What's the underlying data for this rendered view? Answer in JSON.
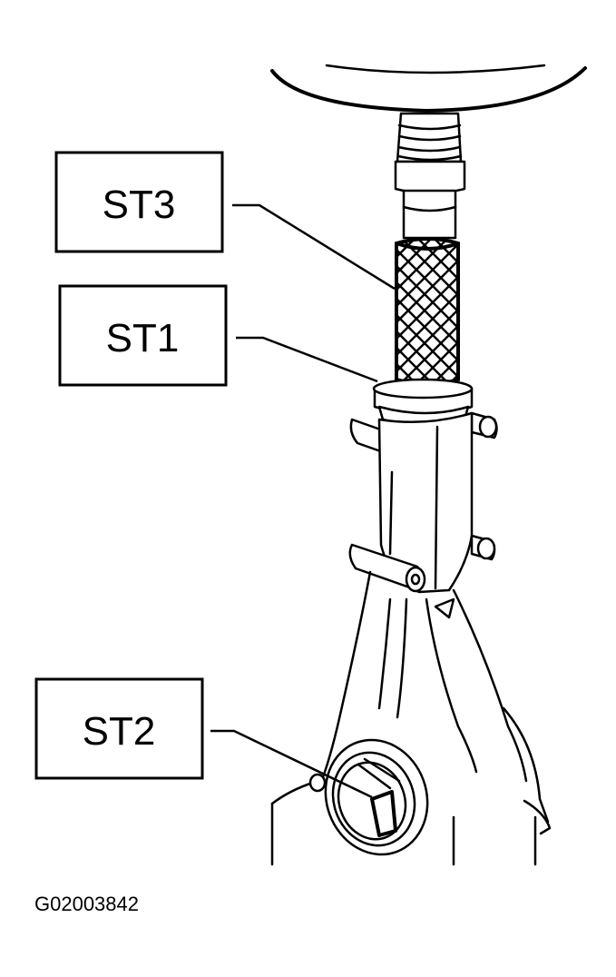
{
  "labels": {
    "st3": "ST3",
    "st1": "ST1",
    "st2": "ST2"
  },
  "figure_id": "G02003842"
}
